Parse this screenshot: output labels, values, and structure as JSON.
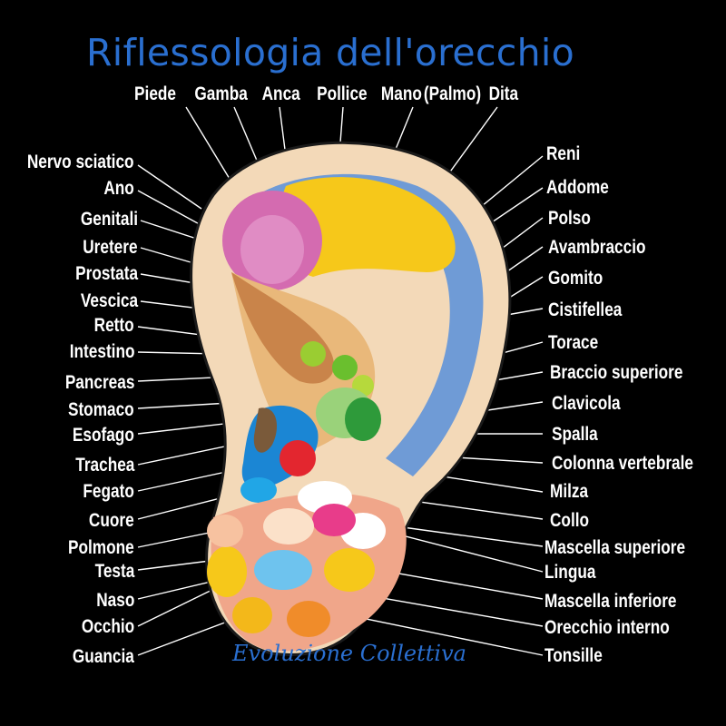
{
  "title": "Riflessologia dell'orecchio",
  "brand": "Evoluzione Collettiva",
  "top_labels": [
    "Piede",
    "Gamba",
    "Anca",
    "Pollice",
    "Mano",
    "(Palmo)",
    "Dita"
  ],
  "left_labels": [
    "Nervo sciatico",
    "Ano",
    "Genitali",
    "Uretere",
    "Prostata",
    "Vescica",
    "Retto",
    "Intestino",
    "Pancreas",
    "Stomaco",
    "Esofago",
    "Trachea",
    "Fegato",
    "Cuore",
    "Polmone",
    "Testa",
    "Naso",
    "Occhio",
    "Guancia"
  ],
  "right_labels": [
    "Reni",
    "Addome",
    "Polso",
    "Avambraccio",
    "Gomito",
    "Cistifellea",
    "Torace",
    "Braccio superiore",
    "Clavicola",
    "Spalla",
    "Colonna vertebrale",
    "Milza",
    "Collo",
    "Mascella superiore",
    "Lingua",
    "Mascella inferiore",
    "Orecchio interno",
    "Tonsille"
  ],
  "colors": {
    "background": "#000000",
    "title": "#2a6fd0",
    "skin": "#f3d9b8",
    "helix_blue": "#6f9bd6",
    "yellow": "#f6c81a",
    "magenta": "#d46bb0",
    "green": "#6abf2e",
    "red": "#e3262f",
    "cyan": "#21a6e6"
  }
}
